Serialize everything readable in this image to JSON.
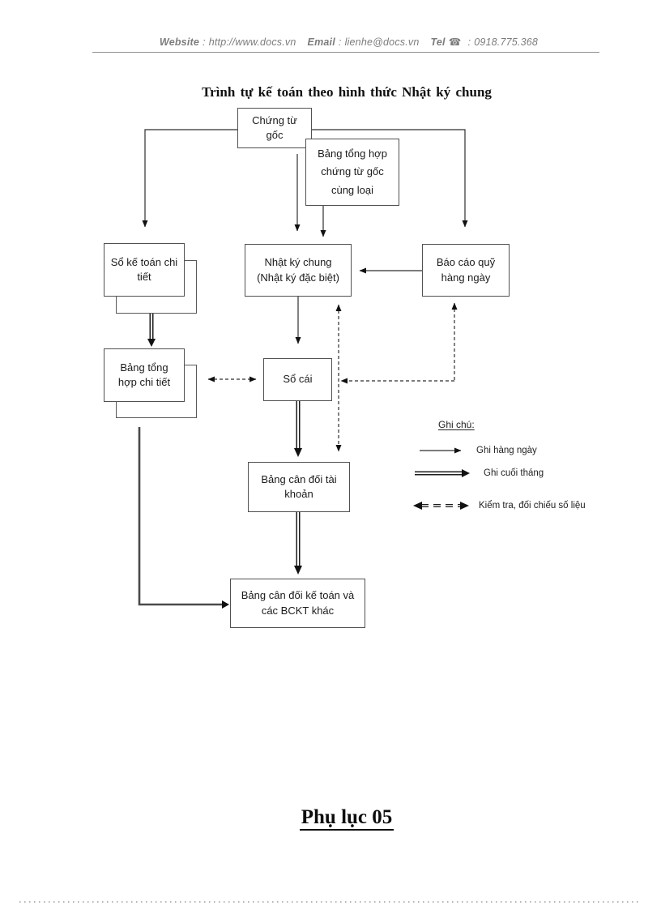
{
  "header": {
    "website_label": "Website",
    "sep": ":",
    "website_value": "http://www.docs.vn",
    "email_label": "Email",
    "email_value": "lienhe@docs.vn",
    "tel_label": "Tel",
    "phone_icon": "☎",
    "tel_value": "0918.775.368"
  },
  "title": "Trình tự kế toán theo hình thức Nhật ký chung",
  "diagram": {
    "boxes": {
      "chung_tu_goc": {
        "lines": [
          "Chứng từ",
          "gốc"
        ]
      },
      "bang_tong_hop_chung_tu": {
        "lines": [
          "Bảng tổng hợp",
          "chứng từ gốc",
          "cùng loại"
        ]
      },
      "so_ke_toan_chi_tiet": {
        "lines": [
          "Sổ kế toán chi",
          "tiết"
        ]
      },
      "nhat_ky_chung": {
        "lines": [
          "Nhật ký chung",
          "(Nhật ký đặc biệt)"
        ]
      },
      "bao_cao_quy": {
        "lines": [
          "Báo cáo quỹ",
          "hàng ngày"
        ]
      },
      "bang_tong_hop_chi_tiet": {
        "lines": [
          "Bảng tổng",
          "hợp chi tiết"
        ]
      },
      "so_cai": {
        "lines": [
          "Sổ cái"
        ]
      },
      "bang_can_doi_tai_khoan": {
        "lines": [
          "Bảng cân đối tài",
          "khoản"
        ]
      },
      "bang_can_doi_ke_toan": {
        "lines": [
          "Bảng cân đối kế toán và",
          "các BCKT khác"
        ]
      }
    },
    "legend": {
      "title": "Ghi chú:",
      "daily": "Ghi hàng ngày",
      "monthly": "Ghi cuối tháng",
      "check": "Kiểm tra, đối chiếu số liệu"
    }
  },
  "footer": {
    "appendix_label": "Phụ lục 05"
  }
}
